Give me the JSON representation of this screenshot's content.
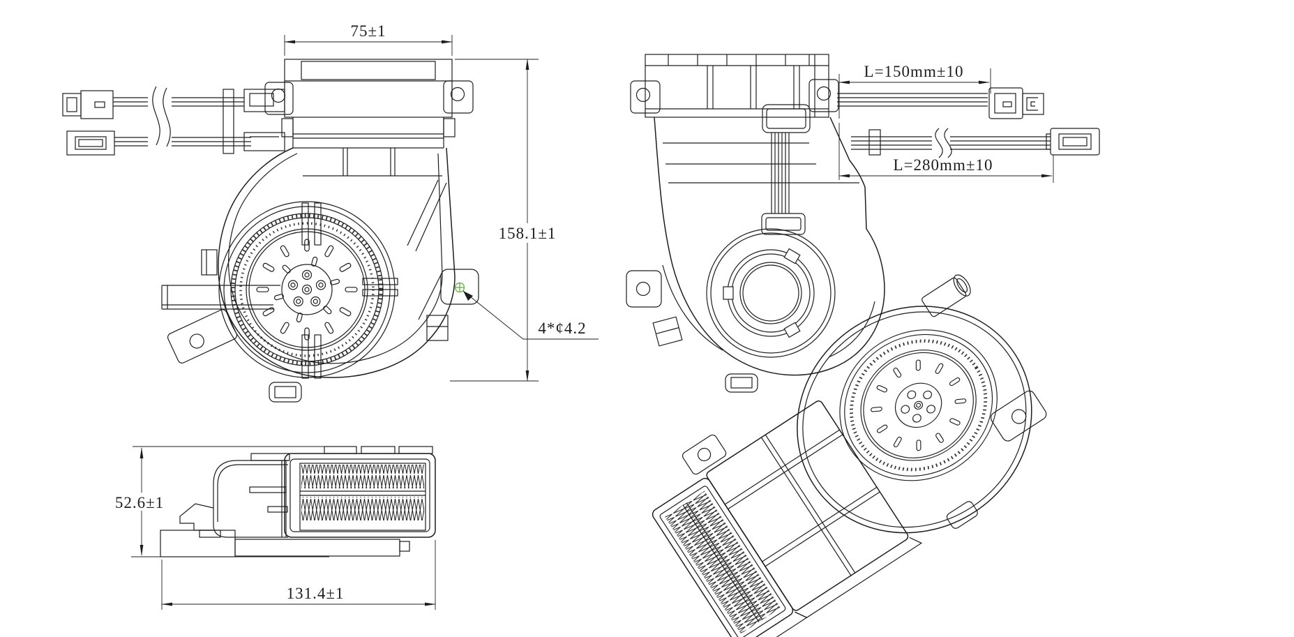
{
  "canvas": {
    "background": "#ffffff",
    "line_color": "#1d1d1d",
    "hole_marker_color": "#6db54c"
  },
  "views": {
    "front": {
      "dim_top_width": "75±1",
      "dim_overall_height": "158.1±1",
      "hole_callout": "4*¢4.2"
    },
    "rear": {
      "dim_wire_top": "L=150mm±10",
      "dim_wire_bottom": "L=280mm±10"
    },
    "side": {
      "dim_height": "52.6±1",
      "dim_length": "131.4±1"
    }
  }
}
